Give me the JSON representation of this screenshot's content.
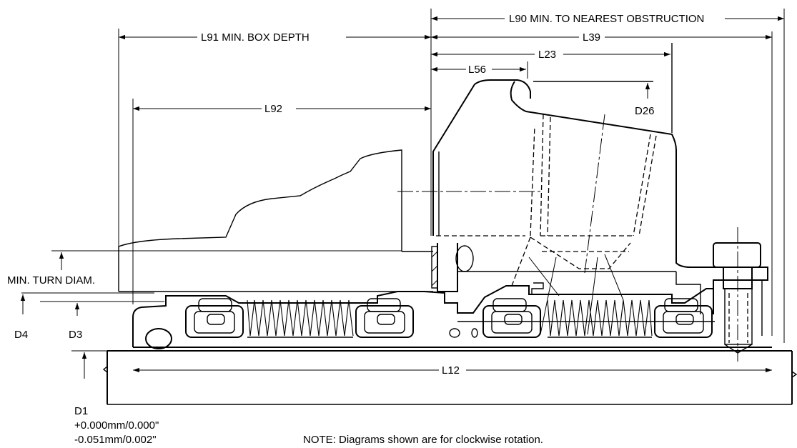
{
  "labels": {
    "l90": "L90 MIN. TO NEAREST OBSTRUCTION",
    "l91": "L91 MIN. BOX DEPTH",
    "l39": "L39",
    "l23": "L23",
    "l56": "L56",
    "l92": "L92",
    "d26": "D26",
    "min_turn": "MIN. TURN DIAM.",
    "d4": "D4",
    "d3": "D3",
    "l12": "L12",
    "d1": "D1",
    "tol_plus": "+0.000mm/0.000\"",
    "tol_minus": "-0.051mm/0.002\"",
    "note": "NOTE: Diagrams shown are for clockwise rotation."
  },
  "colors": {
    "line": "#000000",
    "background": "#ffffff"
  }
}
